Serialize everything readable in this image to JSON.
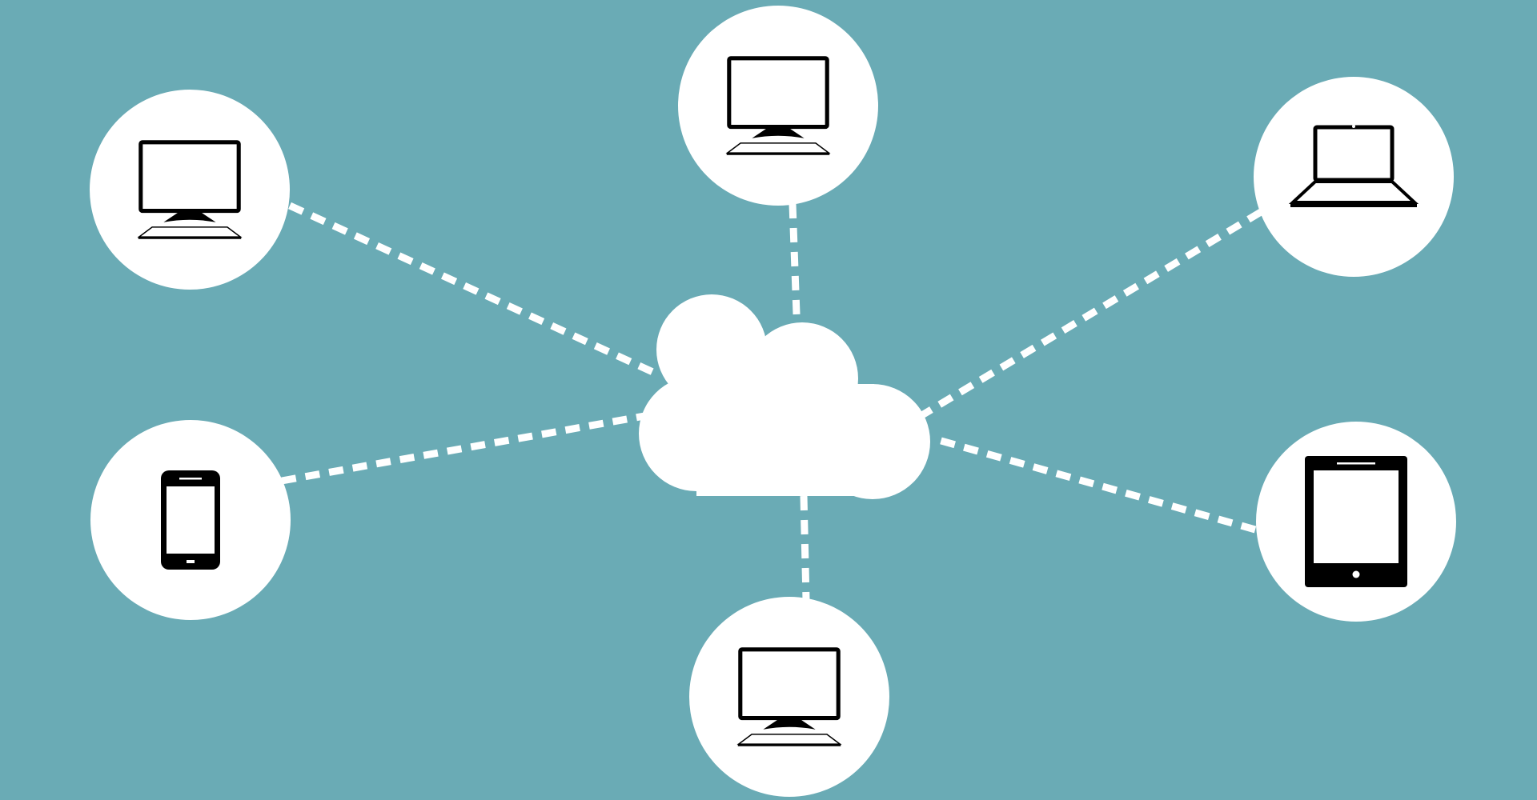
{
  "colors": {
    "background": "#6aabb5",
    "node_fill": "#ffffff",
    "link_stroke": "#ffffff",
    "icon_stroke": "#000000"
  },
  "hub": {
    "icon": "cloud-icon"
  },
  "nodes": [
    {
      "id": "top-left",
      "icon": "desktop-computer-icon"
    },
    {
      "id": "top-center",
      "icon": "desktop-computer-icon"
    },
    {
      "id": "top-right",
      "icon": "laptop-icon"
    },
    {
      "id": "middle-left",
      "icon": "smartphone-icon"
    },
    {
      "id": "middle-right",
      "icon": "tablet-icon"
    },
    {
      "id": "bottom-center",
      "icon": "desktop-computer-icon"
    }
  ]
}
